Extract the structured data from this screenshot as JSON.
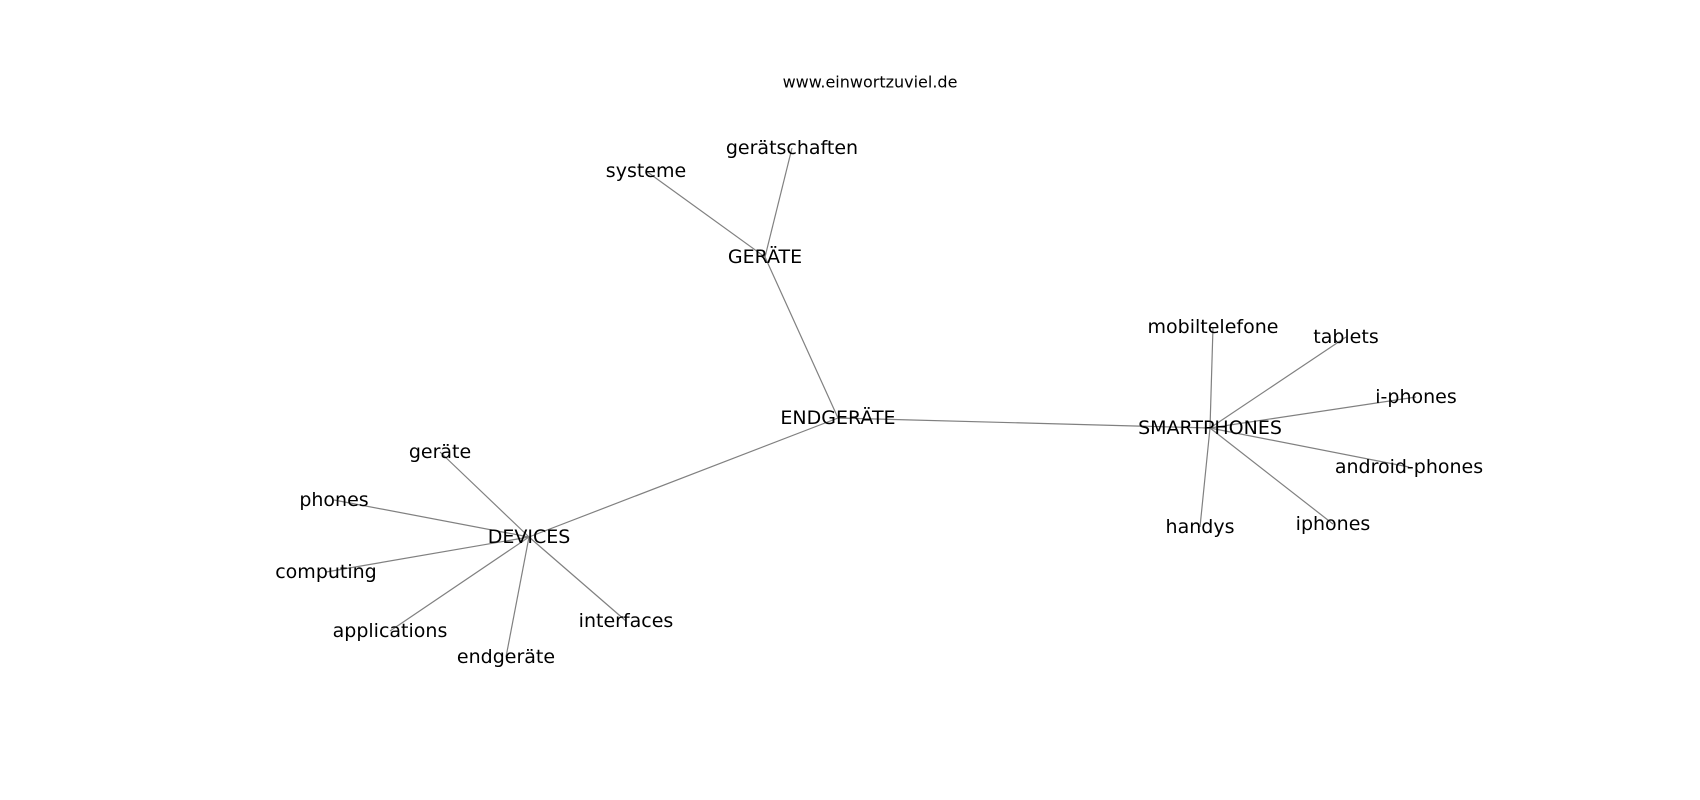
{
  "watermark": "www.einwortzuviel.de",
  "nodes": [
    {
      "id": "endgeraete",
      "label": "ENDGERÄTE"
    },
    {
      "id": "geraete_hub",
      "label": "GERÄTE"
    },
    {
      "id": "geraetschaften",
      "label": "gerätschaften"
    },
    {
      "id": "systeme",
      "label": "systeme"
    },
    {
      "id": "smartphones",
      "label": "SMARTPHONES"
    },
    {
      "id": "mobiltelefone",
      "label": "mobiltelefone"
    },
    {
      "id": "tablets",
      "label": "tablets"
    },
    {
      "id": "i_phones",
      "label": "i-phones"
    },
    {
      "id": "android_phones",
      "label": "android-phones"
    },
    {
      "id": "iphones",
      "label": "iphones"
    },
    {
      "id": "handys",
      "label": "handys"
    },
    {
      "id": "devices",
      "label": "DEVICES"
    },
    {
      "id": "geraete",
      "label": "geräte"
    },
    {
      "id": "phones",
      "label": "phones"
    },
    {
      "id": "computing",
      "label": "computing"
    },
    {
      "id": "applications",
      "label": "applications"
    },
    {
      "id": "endgeraete_leaf",
      "label": "endgeräte"
    },
    {
      "id": "interfaces",
      "label": "interfaces"
    }
  ],
  "edges": [
    [
      "endgeraete",
      "geraete_hub"
    ],
    [
      "geraete_hub",
      "geraetschaften"
    ],
    [
      "geraete_hub",
      "systeme"
    ],
    [
      "endgeraete",
      "smartphones"
    ],
    [
      "smartphones",
      "mobiltelefone"
    ],
    [
      "smartphones",
      "tablets"
    ],
    [
      "smartphones",
      "i_phones"
    ],
    [
      "smartphones",
      "android_phones"
    ],
    [
      "smartphones",
      "iphones"
    ],
    [
      "smartphones",
      "handys"
    ],
    [
      "endgeraete",
      "devices"
    ],
    [
      "devices",
      "geraete"
    ],
    [
      "devices",
      "phones"
    ],
    [
      "devices",
      "computing"
    ],
    [
      "devices",
      "applications"
    ],
    [
      "devices",
      "endgeraete_leaf"
    ],
    [
      "devices",
      "interfaces"
    ]
  ]
}
